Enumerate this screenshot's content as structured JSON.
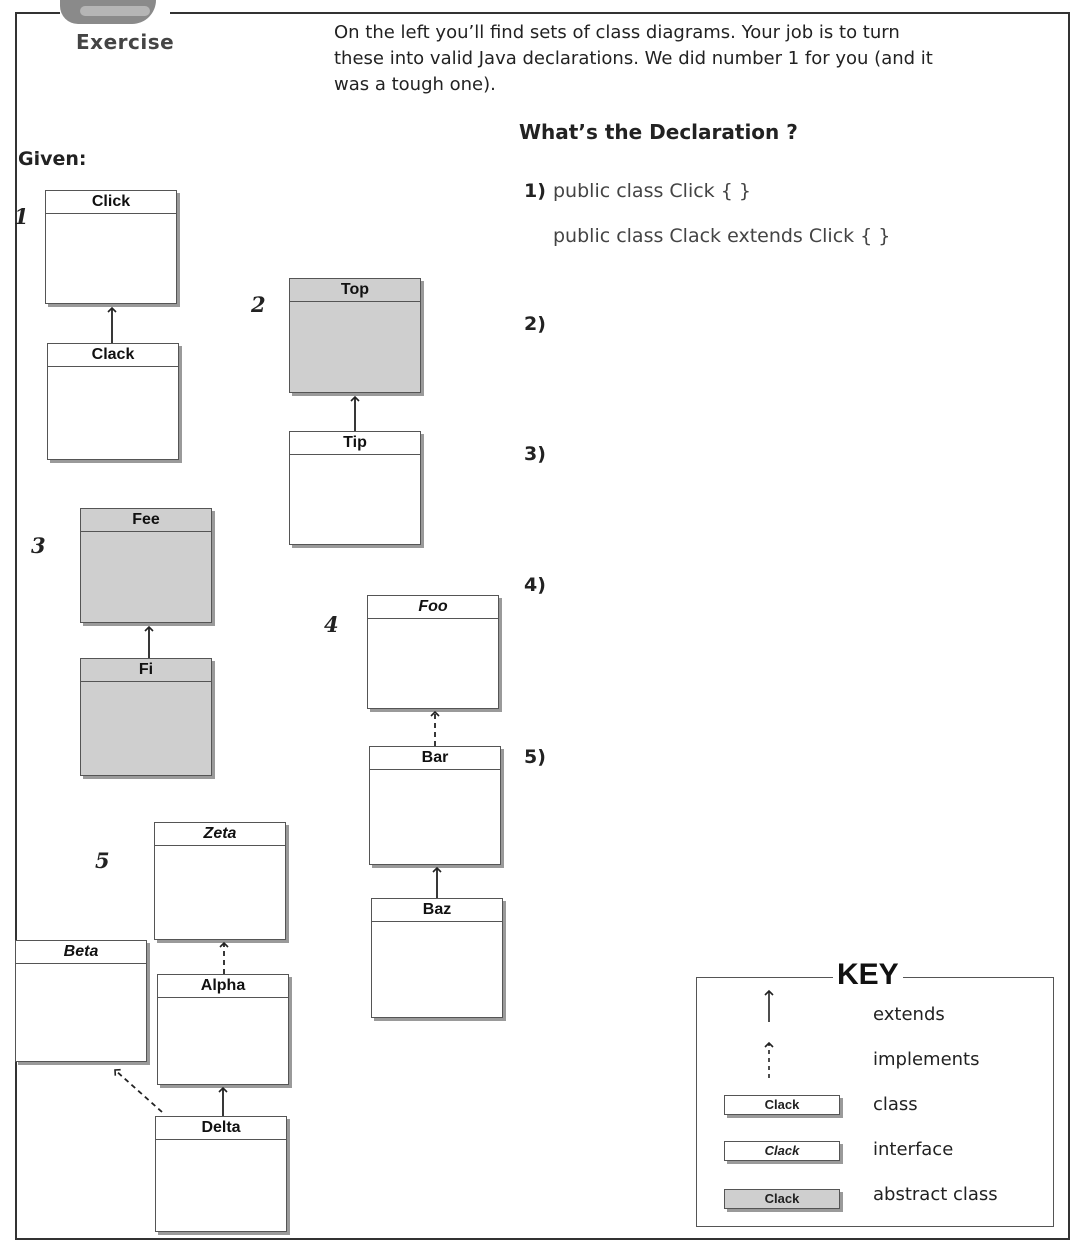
{
  "badge": {
    "label": "Exercise",
    "icon": "sneakers-icon"
  },
  "intro": "On the left you’ll find sets of class diagrams. Your job is to turn these into valid Java declarations. We did number 1 for you (and it was a tough one).",
  "given_label": "Given:",
  "declaration_heading": "What’s the Declaration ?",
  "diagram_numbers": [
    "1",
    "2",
    "3",
    "4",
    "5"
  ],
  "classes": {
    "click": "Click",
    "clack": "Clack",
    "top": "Top",
    "tip": "Tip",
    "fee": "Fee",
    "fi": "Fi",
    "foo": "Foo",
    "bar": "Bar",
    "baz": "Baz",
    "zeta": "Zeta",
    "beta": "Beta",
    "alpha": "Alpha",
    "delta": "Delta"
  },
  "answers": {
    "q1": "1)",
    "q1_line1": "public class Click { }",
    "q1_line2": "public class Clack extends Click { }",
    "q2": "2)",
    "q3": "3)",
    "q4": "4)",
    "q5": "5)"
  },
  "key": {
    "title": "KEY",
    "extends": "extends",
    "implements": "implements",
    "sample": "Clack",
    "class": "class",
    "interface": "interface",
    "abstract_class": "abstract class"
  }
}
